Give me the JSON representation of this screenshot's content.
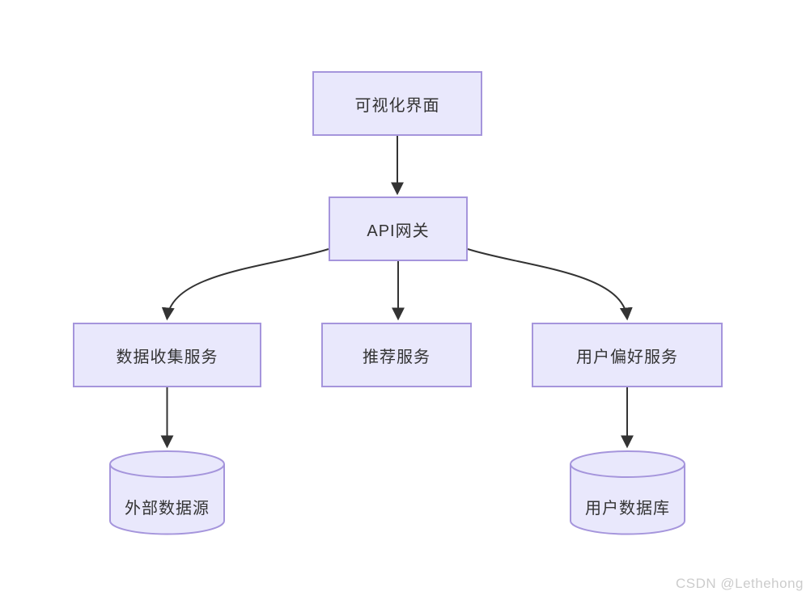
{
  "diagram": {
    "type": "flowchart",
    "direction": "top-down",
    "nodes": [
      {
        "id": "visualization-ui",
        "label": "可视化界面",
        "shape": "rect"
      },
      {
        "id": "api-gateway",
        "label": "API网关",
        "shape": "rect"
      },
      {
        "id": "data-collection",
        "label": "数据收集服务",
        "shape": "rect"
      },
      {
        "id": "recommendation",
        "label": "推荐服务",
        "shape": "rect"
      },
      {
        "id": "user-preference",
        "label": "用户偏好服务",
        "shape": "rect"
      },
      {
        "id": "external-datasource",
        "label": "外部数据源",
        "shape": "cylinder"
      },
      {
        "id": "user-database",
        "label": "用户数据库",
        "shape": "cylinder"
      }
    ],
    "edges": [
      {
        "from": "visualization-ui",
        "to": "api-gateway"
      },
      {
        "from": "api-gateway",
        "to": "data-collection"
      },
      {
        "from": "api-gateway",
        "to": "recommendation"
      },
      {
        "from": "api-gateway",
        "to": "user-preference"
      },
      {
        "from": "data-collection",
        "to": "external-datasource"
      },
      {
        "from": "user-preference",
        "to": "user-database"
      }
    ],
    "colors": {
      "node_fill": "#e9e8fc",
      "node_border": "#a595dc",
      "edge": "#333333",
      "text": "#333333",
      "watermark": "#cccccc"
    }
  },
  "watermark": {
    "text": "CSDN @Lethehong"
  }
}
